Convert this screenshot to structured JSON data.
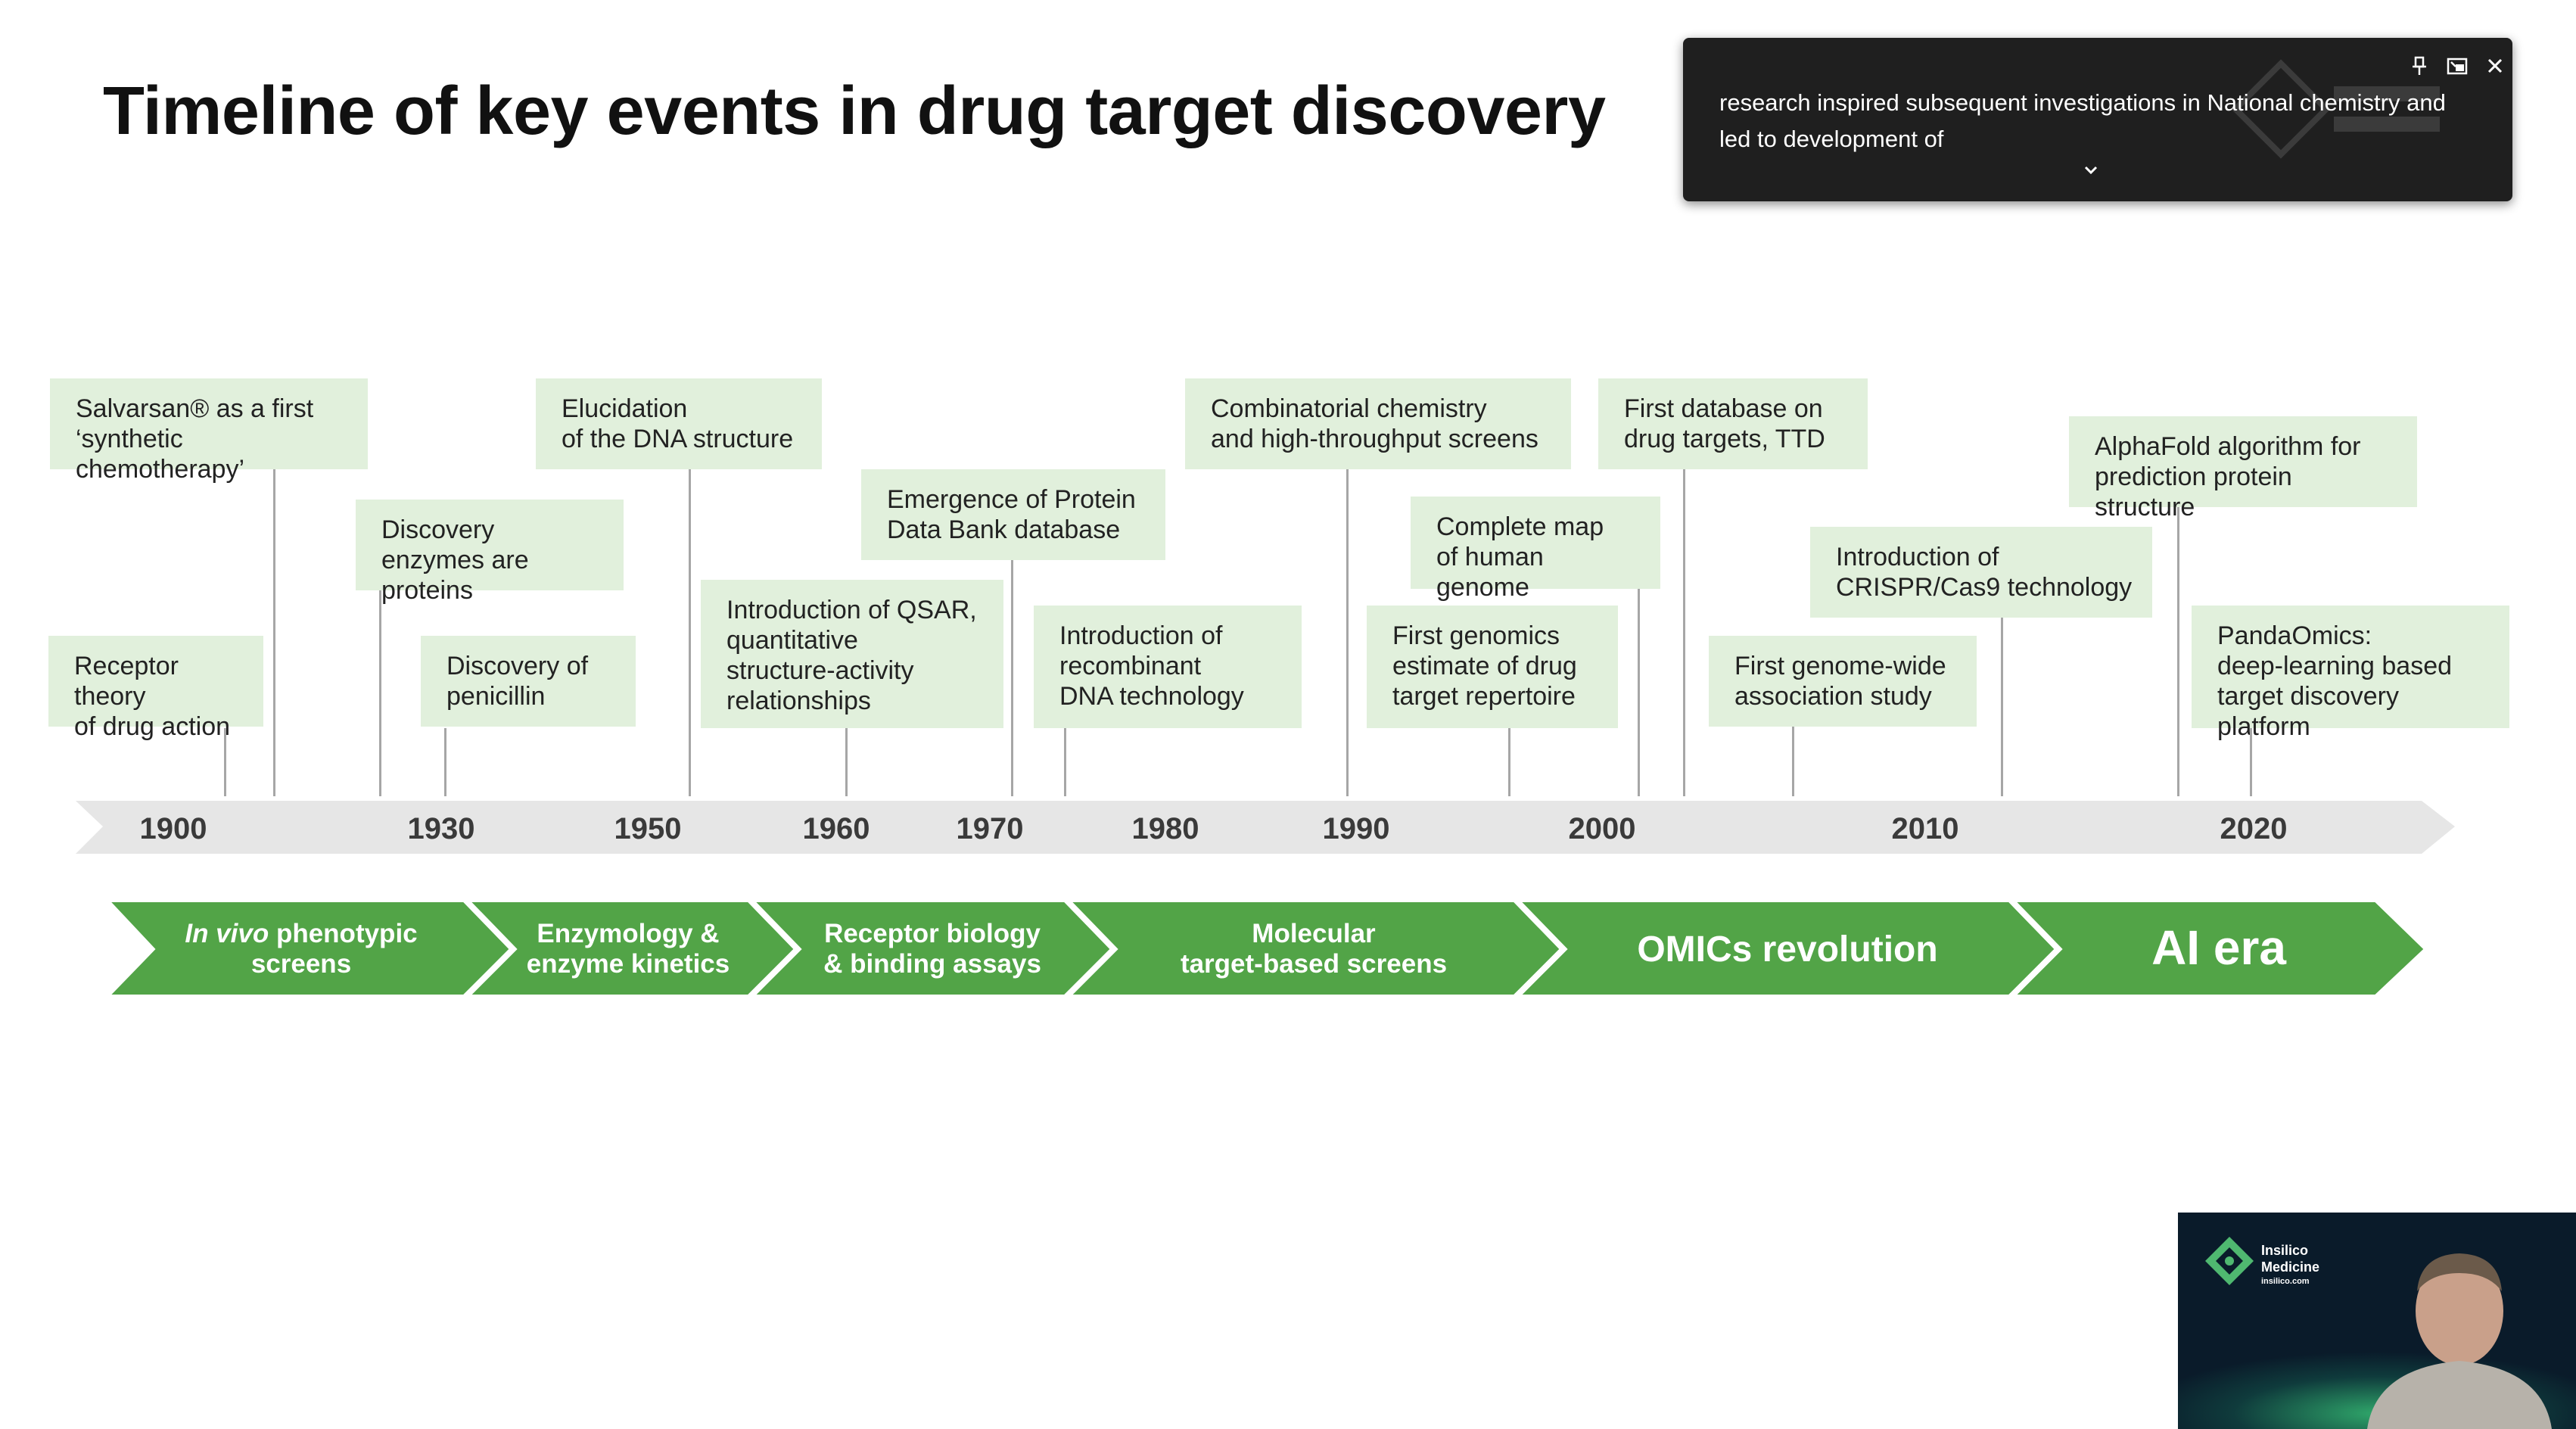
{
  "slide": {
    "title": "Timeline of key events in drug target discovery",
    "events": [
      {
        "id": "salvarsan",
        "text": "Salvarsan® as a first\n‘synthetic chemotherapy’"
      },
      {
        "id": "receptor-theory",
        "text": "Receptor theory\nof drug action"
      },
      {
        "id": "enzymes-proteins",
        "text": "Discovery\nenzymes are\nproteins"
      },
      {
        "id": "penicillin",
        "text": "Discovery of\npenicillin"
      },
      {
        "id": "dna-structure",
        "text": "Elucidation\nof the DNA structure"
      },
      {
        "id": "qsar",
        "text": "Introduction of QSAR,\nquantitative\nstructure-activity\nrelationships"
      },
      {
        "id": "pdb",
        "text": "Emergence of Protein\nData Bank database"
      },
      {
        "id": "recombinant-dna",
        "text": "Introduction of\nrecombinant\nDNA technology"
      },
      {
        "id": "combinatorial",
        "text": "Combinatorial chemistry\nand high-throughput screens"
      },
      {
        "id": "human-genome",
        "text": "Complete map\nof human\ngenome"
      },
      {
        "id": "genomics-estimate",
        "text": "First genomics\nestimate of drug\ntarget repertoire"
      },
      {
        "id": "ttd",
        "text": "First database on\ndrug targets, TTD"
      },
      {
        "id": "gwas",
        "text": "First genome-wide\nassociation study"
      },
      {
        "id": "crispr",
        "text": "Introduction of\nCRISPR/Cas9 technology"
      },
      {
        "id": "alphafold",
        "text": "AlphaFold algorithm for\nprediction protein\nstructure"
      },
      {
        "id": "pandaomics",
        "text": "PandaOmics:\ndeep-learning based\ntarget discovery platform"
      }
    ],
    "years": [
      "1900",
      "1930",
      "1950",
      "1960",
      "1970",
      "1980",
      "1990",
      "2000",
      "2010",
      "2020"
    ],
    "eras": [
      {
        "italic": "In vivo",
        "line1": " phenotypic",
        "line2": "screens"
      },
      {
        "line1": "Enzymology &",
        "line2": "enzyme kinetics"
      },
      {
        "line1": "Receptor biology",
        "line2": "& binding assays"
      },
      {
        "line1": "Molecular",
        "line2": "target-based screens"
      },
      {
        "line1": "OMICs revolution"
      },
      {
        "line1": "AI era"
      }
    ],
    "colors": {
      "band_green": "#52a447",
      "event_box": "#e1f0dc",
      "year_band": "#e6e6e6"
    }
  },
  "caption": {
    "text": "research inspired subsequent investigations in National chemistry and led to development of",
    "icons": [
      "pin-icon",
      "popout-icon",
      "close-icon",
      "chevron-down-icon"
    ]
  },
  "video": {
    "brand_line1": "Insilico",
    "brand_line2": "Medicine",
    "brand_url": "insilico.com"
  }
}
